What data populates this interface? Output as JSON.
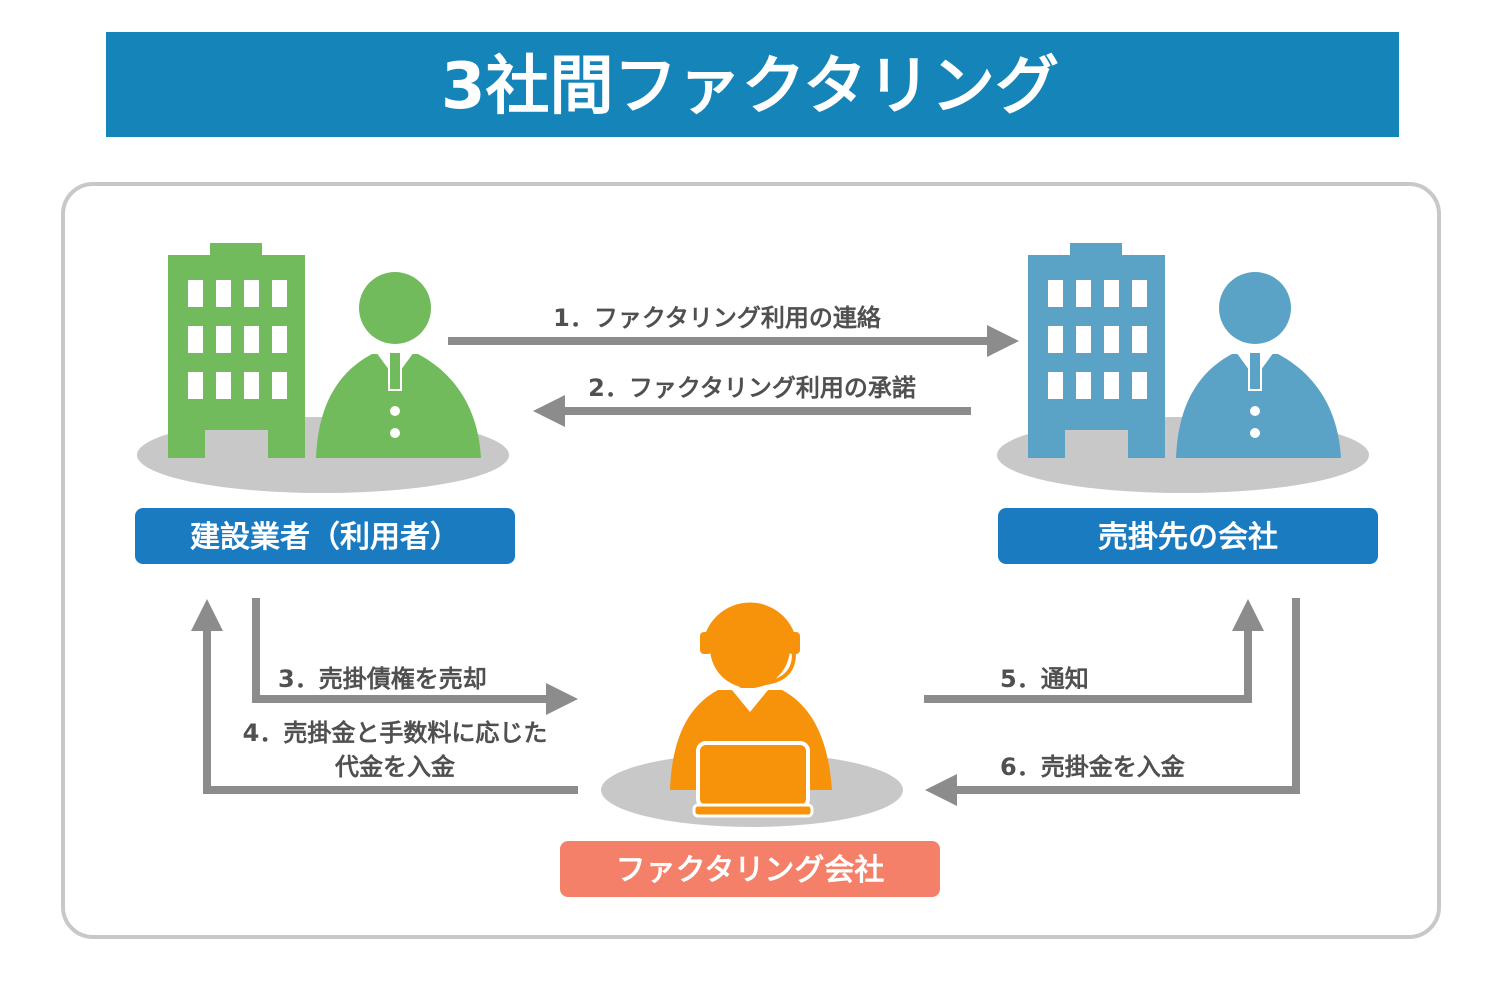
{
  "title": "3社間ファクタリング",
  "parties": {
    "contractor": "建設業者（利用者）",
    "debtor": "売掛先の会社",
    "factoring_company": "ファクタリング会社"
  },
  "steps": {
    "s1": "1．ファクタリング利用の連絡",
    "s2": "2．ファクタリング利用の承諾",
    "s3": "3．売掛債権を売却",
    "s4_line1": "4．売掛金と手数料に応じた",
    "s4_line2": "代金を入金",
    "s5": "5．通知",
    "s6": "6．売掛金を入金"
  },
  "colors": {
    "header": "#1585b9",
    "green": "#72bb5c",
    "blue": "#5aa3c6",
    "orange": "#f7930b",
    "label_blue": "#1b7bc1",
    "label_salmon": "#f4806a",
    "arrow": "#8c8c8c",
    "ground": "#c8c8c8"
  }
}
